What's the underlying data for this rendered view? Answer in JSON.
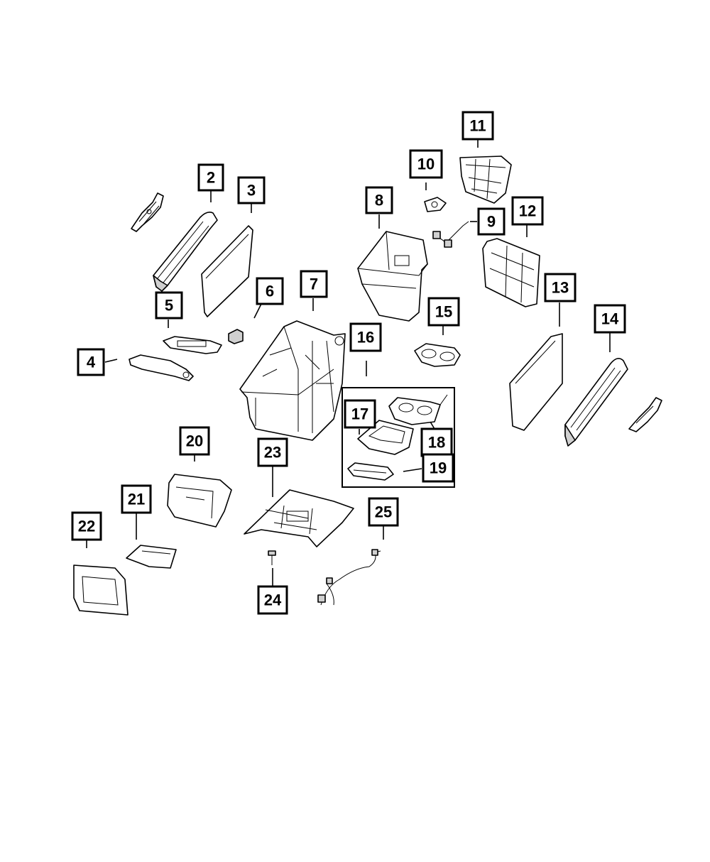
{
  "callouts": [
    {
      "id": "2",
      "label": "2"
    },
    {
      "id": "3",
      "label": "3"
    },
    {
      "id": "4",
      "label": "4"
    },
    {
      "id": "5",
      "label": "5"
    },
    {
      "id": "6",
      "label": "6"
    },
    {
      "id": "7",
      "label": "7"
    },
    {
      "id": "8",
      "label": "8"
    },
    {
      "id": "9",
      "label": "9"
    },
    {
      "id": "10",
      "label": "10"
    },
    {
      "id": "11",
      "label": "11"
    },
    {
      "id": "12",
      "label": "12"
    },
    {
      "id": "13",
      "label": "13"
    },
    {
      "id": "14",
      "label": "14"
    },
    {
      "id": "15",
      "label": "15"
    },
    {
      "id": "16",
      "label": "16"
    },
    {
      "id": "17",
      "label": "17"
    },
    {
      "id": "18",
      "label": "18"
    },
    {
      "id": "19",
      "label": "19"
    },
    {
      "id": "20",
      "label": "20"
    },
    {
      "id": "21",
      "label": "21"
    },
    {
      "id": "22",
      "label": "22"
    },
    {
      "id": "23",
      "label": "23"
    },
    {
      "id": "24",
      "label": "24"
    },
    {
      "id": "25",
      "label": "25"
    }
  ]
}
